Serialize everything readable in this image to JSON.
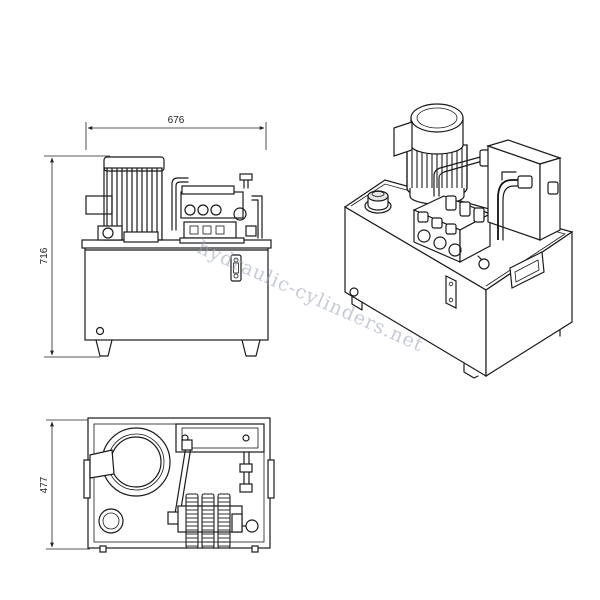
{
  "dimensions": {
    "width": "676",
    "height": "716",
    "depth": "477"
  },
  "watermark": "hydraulic-cylinders.net",
  "views": [
    "front-view",
    "top-view",
    "isometric-view"
  ],
  "colors": {
    "line": "#1a1a1a",
    "watermark": "#9aa0b8"
  }
}
